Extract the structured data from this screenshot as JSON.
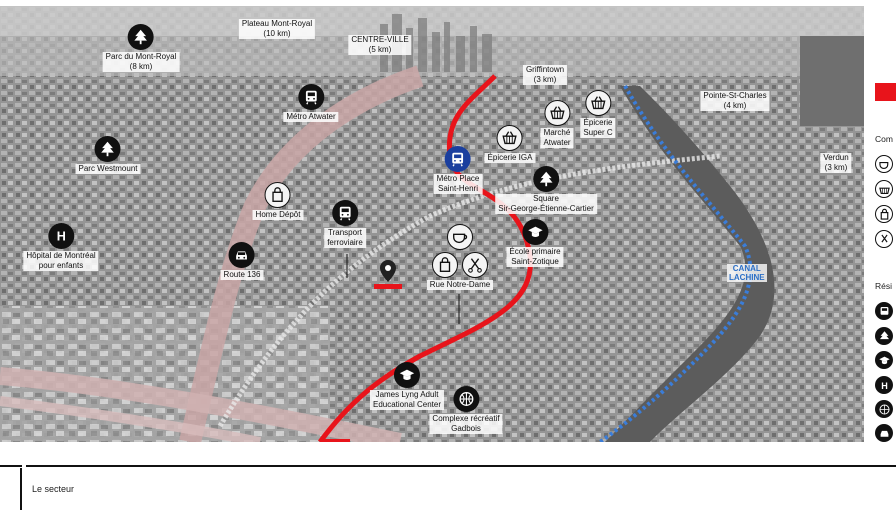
{
  "colors": {
    "route": "#e8141b",
    "canal_line": "#3b7dd8",
    "metro_icon": "#1b3f9e"
  },
  "map": {
    "destinations": {
      "plateau": {
        "name": "Plateau Mont-Royal",
        "distance": "(10 km)"
      },
      "centre_ville": {
        "name": "CENTRE-VILLE",
        "distance": "(5 km)"
      },
      "griffintown": {
        "name": "Griffintown",
        "distance": "(3 km)"
      },
      "pointe_st_charles": {
        "name": "Pointe-St-Charles",
        "distance": "(4 km)"
      },
      "verdun": {
        "name": "Verdun",
        "distance": "(3 km)"
      }
    },
    "points": {
      "parc_mont_royal": {
        "icon": "tree-icon",
        "label": "Parc du Mont-Royal\n(8 km)"
      },
      "metro_atwater": {
        "icon": "metro-icon",
        "label": "Métro Atwater"
      },
      "parc_westmount": {
        "icon": "tree-icon",
        "label": "Parc Westmount"
      },
      "hopital": {
        "icon": "hospital-icon",
        "label": "Hôpital de Montréal\npour enfants"
      },
      "route_136": {
        "icon": "car-icon",
        "label": "Route 136"
      },
      "home_depot": {
        "icon": "shopping-bag-icon",
        "label": "Home Dépôt"
      },
      "transport": {
        "icon": "metro-icon",
        "label": "Transport\nferroviaire"
      },
      "metro_st_henri": {
        "icon": "metro-icon",
        "label": "Métro Place\nSaint-Henri"
      },
      "epicerie_iga": {
        "icon": "basket-icon",
        "label": "Épicerie IGA"
      },
      "marche_atwater": {
        "icon": "basket-icon",
        "label": "Marché\nAtwater"
      },
      "epicerie_super_c": {
        "icon": "basket-icon",
        "label": "Épicerie\nSuper C"
      },
      "square": {
        "icon": "tree-icon",
        "label": "Square\nSir-George-Étienne-Cartier"
      },
      "ecole": {
        "icon": "school-icon",
        "label": "École primaire\nSaint-Zotique"
      },
      "rue_notre_dame": {
        "label": "Rue Notre-Dame"
      },
      "james_lyng": {
        "icon": "school-icon",
        "label": "James Lyng Adult\nEducational Center"
      },
      "gadbois": {
        "icon": "basketball-icon",
        "label": "Complexe récréatif\nGadbois"
      }
    },
    "canal_label": "CANAL\nLACHINE"
  },
  "legend": {
    "commerce_heading": "Com",
    "residential_heading": "Rési",
    "commerce_icons": [
      "cup-icon",
      "basket-icon",
      "shopping-bag-icon",
      "scissors-icon"
    ],
    "residential_icons": [
      "metro-icon",
      "tree-icon",
      "school-icon",
      "hospital-icon",
      "basketball-icon",
      "car-icon"
    ]
  },
  "footer": {
    "title": "Le secteur"
  }
}
